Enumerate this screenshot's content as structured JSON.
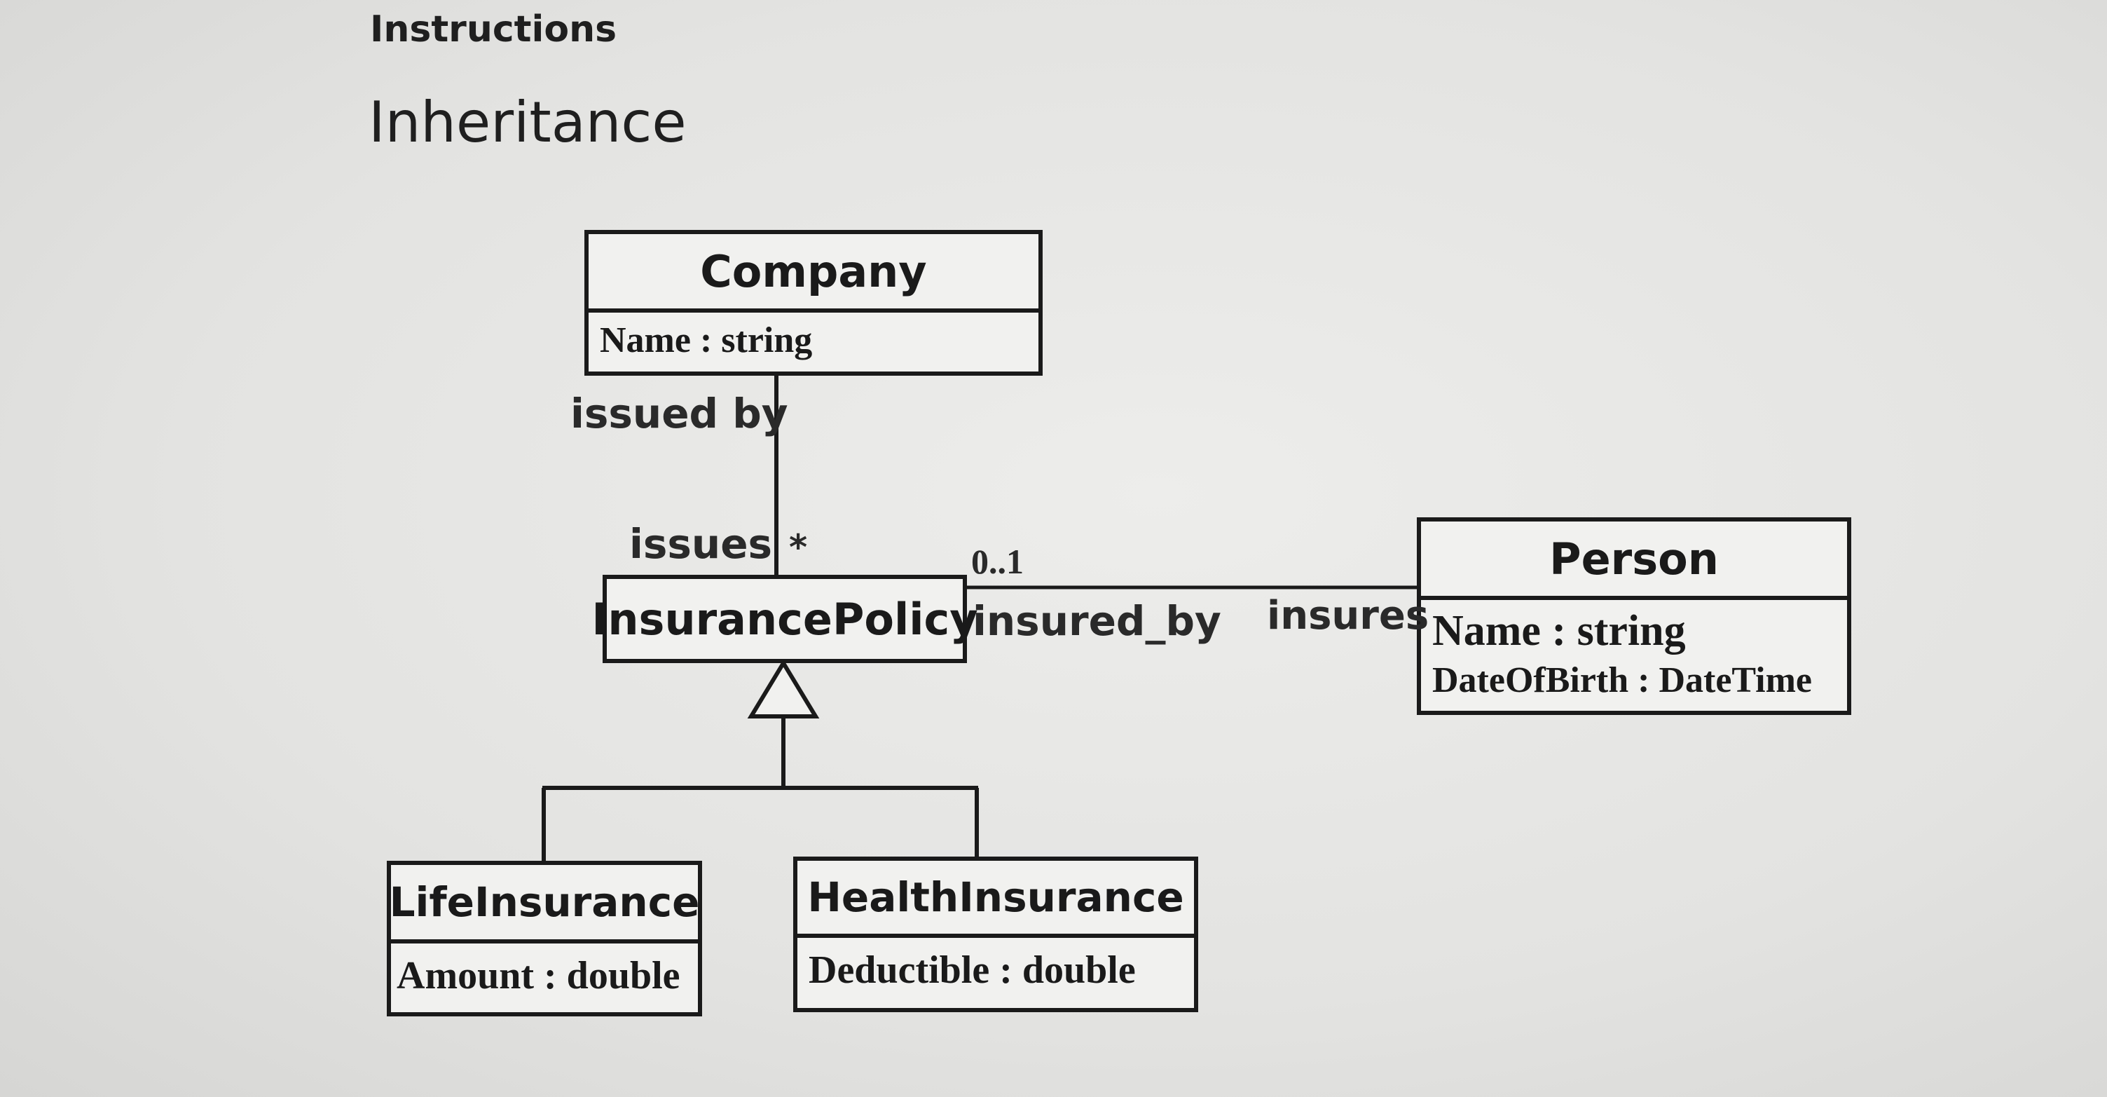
{
  "page": {
    "section_label": "Instructions",
    "title": "Inheritance"
  },
  "diagram": {
    "classes": {
      "company": {
        "name": "Company",
        "attributes": [
          "Name : string"
        ]
      },
      "insurance_policy": {
        "name": "InsurancePolicy",
        "attributes": []
      },
      "person": {
        "name": "Person",
        "attributes": [
          "Name : string",
          "DateOfBirth : DateTime"
        ]
      },
      "life_insurance": {
        "name": "LifeInsurance",
        "attributes": [
          "Amount : double"
        ]
      },
      "health_insurance": {
        "name": "HealthInsurance",
        "attributes": [
          "Deductible : double"
        ]
      }
    },
    "associations": {
      "company_policy": {
        "company_end": "issued by",
        "policy_end": "issues",
        "policy_multiplicity": "*"
      },
      "policy_person": {
        "person_multiplicity": "0..1",
        "policy_end": "insured_by",
        "person_end": "insures"
      }
    }
  }
}
